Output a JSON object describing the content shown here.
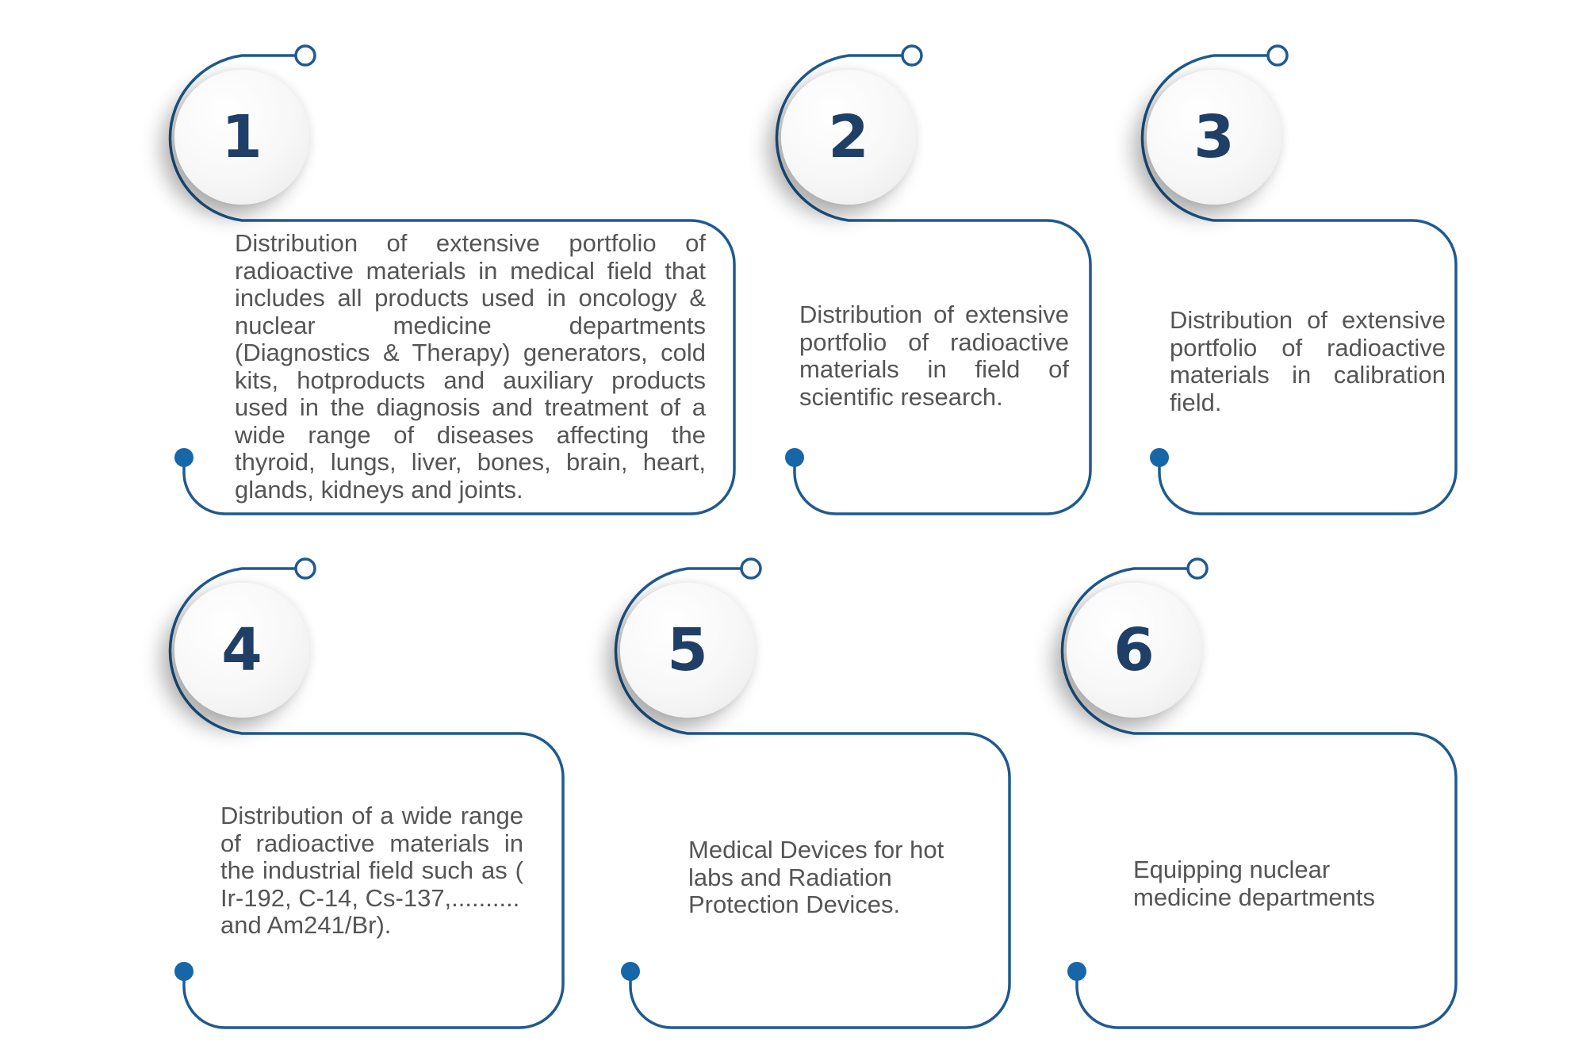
{
  "colors": {
    "outline": "#1f5a8f",
    "dot": "#1767a8",
    "number": "#1f3f66",
    "text": "#555555"
  },
  "cards": [
    {
      "number": "1",
      "text": "Distribution of extensive portfolio of radioactive materials in medical field that includes all products used in oncology & nuclear medicine departments (Diagnostics & Therapy) generators, cold kits, hotproducts and auxiliary products used in the diagnosis and treatment of a wide range of diseases affecting the thyroid, lungs, liver, bones, brain, heart, glands, kidneys and joints."
    },
    {
      "number": "2",
      "text": "Distribution of extensive portfolio of radioactive materials in field of scientific research."
    },
    {
      "number": "3",
      "text": "Distribution of extensive portfolio of radioactive materials in calibration field."
    },
    {
      "number": "4",
      "text": "Distribution of a wide range of radioactive materials in the industrial field such as ( Ir-192, C-14, Cs-137,..........\nand Am241/Br)."
    },
    {
      "number": "5",
      "text": "Medical Devices for hot labs and Radiation Protection Devices."
    },
    {
      "number": "6",
      "text": "Equipping nuclear medicine departments"
    }
  ]
}
